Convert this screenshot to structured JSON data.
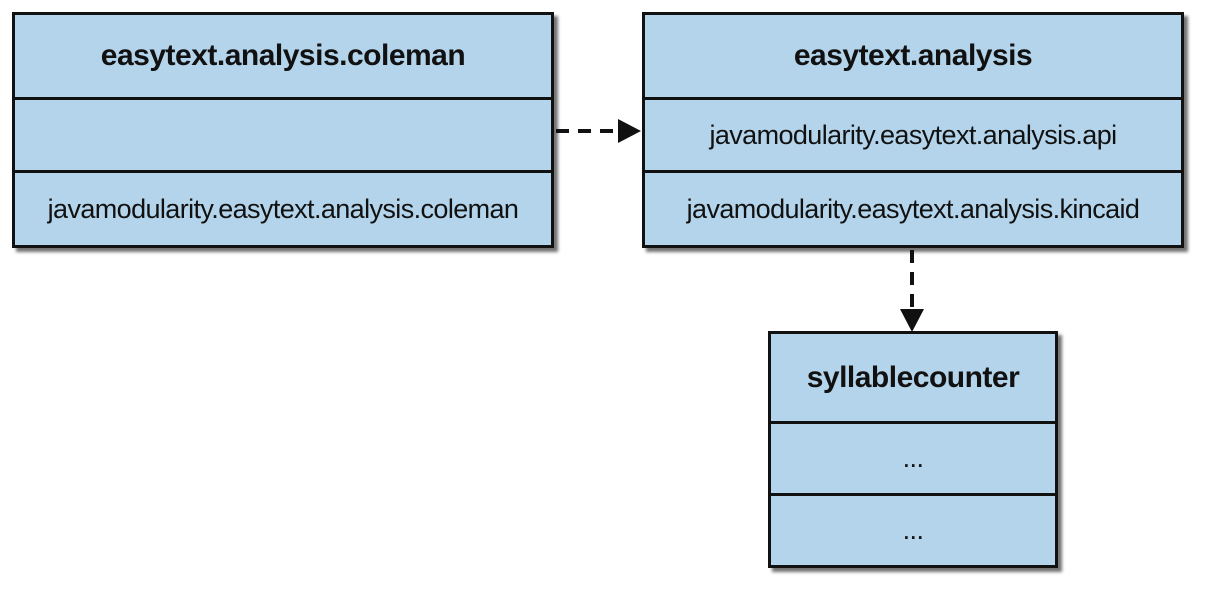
{
  "modules": [
    {
      "name": "easytext.analysis.coleman",
      "packages": [
        "",
        "javamodularity.easytext.analysis.coleman"
      ]
    },
    {
      "name": "easytext.analysis",
      "packages": [
        "javamodularity.easytext.analysis.api",
        "javamodularity.easytext.analysis.kincaid"
      ]
    },
    {
      "name": "syllablecounter",
      "packages": [
        "...",
        "..."
      ]
    }
  ],
  "dependencies": [
    {
      "from": "easytext.analysis.coleman",
      "to": "easytext.analysis",
      "style": "dashed"
    },
    {
      "from": "easytext.analysis",
      "to": "syllablecounter",
      "style": "dashed"
    }
  ],
  "colors": {
    "box_fill": "#b3d4ea",
    "border": "#111111",
    "arrow": "#111111"
  }
}
